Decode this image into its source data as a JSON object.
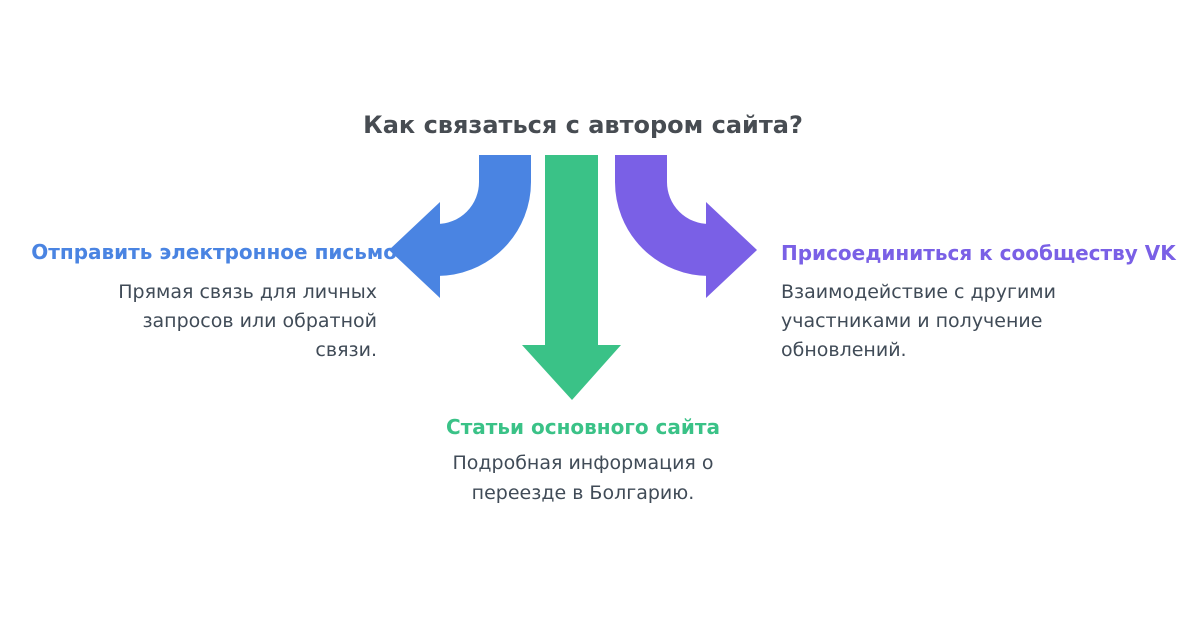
{
  "title": "Как связаться с автором сайта?",
  "colors": {
    "title_text": "#474c52",
    "body_text": "#404b57",
    "background": "#ffffff"
  },
  "branches": {
    "email": {
      "heading": "Отправить электронное письмо",
      "description_lines": {
        "0": "Прямая связь для личных",
        "1": "запросов или обратной",
        "2": "связи."
      },
      "color": "#4a84e2",
      "arrow_direction": "curved-left"
    },
    "articles": {
      "heading": "Статьи основного сайта",
      "description_lines": {
        "0": "Подробная информация о",
        "1": "переезде в Болгарию."
      },
      "color": "#3ac287",
      "arrow_direction": "straight-down"
    },
    "vk": {
      "heading": "Присоединиться к сообществу VK",
      "description_lines": {
        "0": "Взаимодействие с другими",
        "1": "участниками и получение",
        "2": "обновлений."
      },
      "color": "#7a60e6",
      "arrow_direction": "curved-right"
    }
  }
}
